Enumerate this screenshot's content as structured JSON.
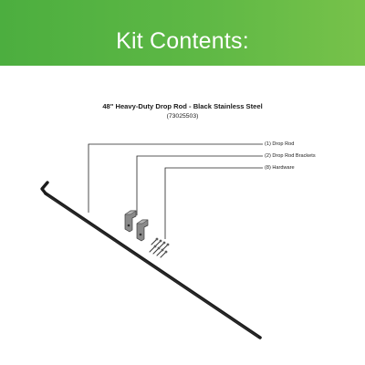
{
  "banner": {
    "title": "Kit Contents:",
    "color": "#5eb845"
  },
  "product": {
    "name": "48\" Heavy-Duty Drop Rod - Black Stainless Steel",
    "sku": "(73025503)"
  },
  "kit_items": [
    {
      "label": "(1) Drop Rod"
    },
    {
      "label": "(2) Drop Rod Brackets"
    },
    {
      "label": "(8) Hardware"
    }
  ],
  "colors": {
    "rod": "#1c1c1c",
    "bracket": "#8a8a8a",
    "leader_line": "#222222"
  }
}
